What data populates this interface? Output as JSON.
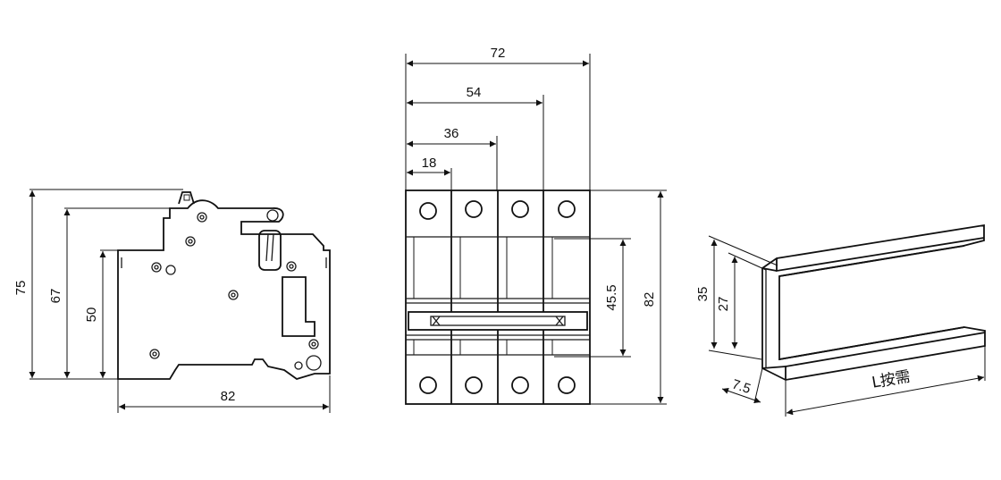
{
  "side_view": {
    "height_overall": "75",
    "height_body": "67",
    "height_rail": "50",
    "depth": "82"
  },
  "front_view": {
    "width_4p": "72",
    "width_3p": "54",
    "width_2p": "36",
    "width_1p": "18",
    "window_height": "45.5",
    "height_total": "82",
    "poles": 4
  },
  "din_rail": {
    "height_outer": "35",
    "height_inner": "27",
    "thickness": "7.5",
    "length_label": "L按需"
  }
}
